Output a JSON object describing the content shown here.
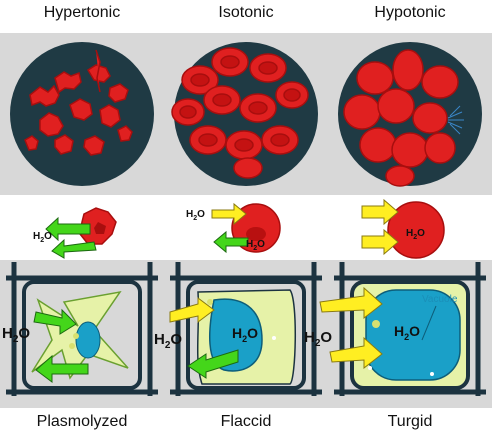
{
  "columns": {
    "hypertonic": "Hypertonic",
    "isotonic": "Isotonic",
    "hypotonic": "Hypotonic"
  },
  "states": {
    "plasmolyzed": "Plasmolyzed",
    "flaccid": "Flaccid",
    "turgid": "Turgid"
  },
  "labels": {
    "water": "H",
    "water_sub": "2",
    "water_o": "O",
    "vacuole": "Vacuole"
  },
  "colors": {
    "band_gray": "#d8d8d8",
    "dish_dark": "#1f3a44",
    "rbc_red": "#e02020",
    "rbc_dark": "#a80e0e",
    "arrow_green": "#44d61a",
    "arrow_yellow": "#ffee22",
    "wall_dark": "#1c3340",
    "cytoplasm": "#e6f2a8",
    "vacuole_blue": "#1aa0c8",
    "vacuole_label": "#1a8fb8"
  }
}
